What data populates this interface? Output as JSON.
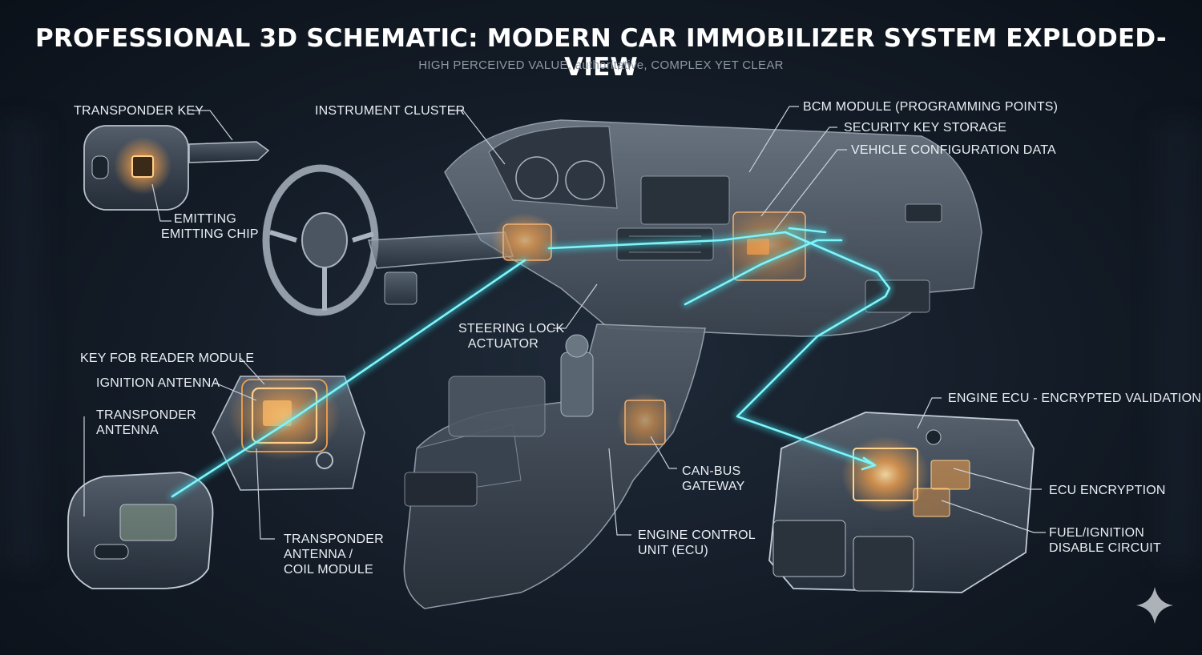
{
  "header": {
    "title": "PROFESSIONAL 3D SCHEMATIC: MODERN CAR IMMOBILIZER SYSTEM EXPLODED-VIEW",
    "subtitle": "HIGH PERCEIVED VALUE, authoritative, COMPLEX YET CLEAR"
  },
  "colors": {
    "background": "#131b26",
    "signal_line": "#3ee6f0",
    "component_glow": "#f5a04a",
    "label_text": "#e9eef3",
    "leader_line": "#c9d1d9"
  },
  "labels": {
    "transponder_key": "TRANSPONDER KEY",
    "emitting_chip_line1": "EMITTING",
    "emitting_chip_line2": "EMITTING CHIP",
    "instrument_cluster": "INSTRUMENT CLUSTER",
    "bcm_module": "BCM MODULE (PROGRAMMING POINTS)",
    "security_key_storage": "SECURITY KEY STORAGE",
    "vehicle_configuration": "VEHICLE CONFIGURATION DATA",
    "steering_lock_line1": "STEERING LOCK",
    "steering_lock_line2": "ACTUATOR",
    "key_fob_reader": "KEY FOB READER MODULE",
    "ignition_antenna": "IGNITION ANTENNA",
    "transponder_antenna_line1": "TRANSPONDER",
    "transponder_antenna_line2": "ANTENNA",
    "coil_module_line1": "TRANSPONDER",
    "coil_module_line2": "ANTENNA /",
    "coil_module_line3": "COIL MODULE",
    "can_bus_line1": "CAN-BUS",
    "can_bus_line2": "GATEWAY",
    "ecu_line1": "ENGINE CONTROL",
    "ecu_line2": "UNIT (ECU)",
    "engine_ecu_validation": "ENGINE ECU - ENCRYPTED VALIDATION",
    "ecu_encryption": "ECU ENCRYPTION",
    "fuel_ignition_line1": "FUEL/IGNITION",
    "fuel_ignition_line2": "DISABLE CIRCUIT"
  },
  "icons": {
    "corner_mark": "sparkle-icon"
  }
}
